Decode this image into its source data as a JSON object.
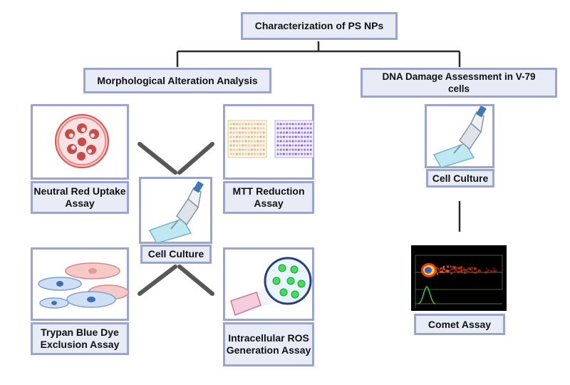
{
  "title": "Characterization of PS NPs",
  "branches": {
    "morphological": "Morphological Alteration Analysis",
    "dna_damage": "DNA Damage Assessment in V-79 cells"
  },
  "assays": {
    "neutral_red": "Neutral Red Uptake Assay",
    "mtt": "MTT Reduction Assay",
    "trypan_blue": "Trypan Blue Dye Exclusion Assay",
    "ros": "Intracellular ROS Generation Assay",
    "comet": "Comet Assay"
  },
  "cell_culture_center": "Cell Culture",
  "cell_culture_right": "Cell Culture",
  "colors": {
    "box_fill": "#e8ecf7",
    "box_border": "#9aa4cf",
    "line": "#2b2b2b"
  },
  "icons": {
    "petri": "petri-dish-icon",
    "plates": "well-plate-icon",
    "pipette": "pipette-icon",
    "cells": "cells-icon",
    "ros": "ros-cell-icon",
    "comet": "comet-image"
  }
}
